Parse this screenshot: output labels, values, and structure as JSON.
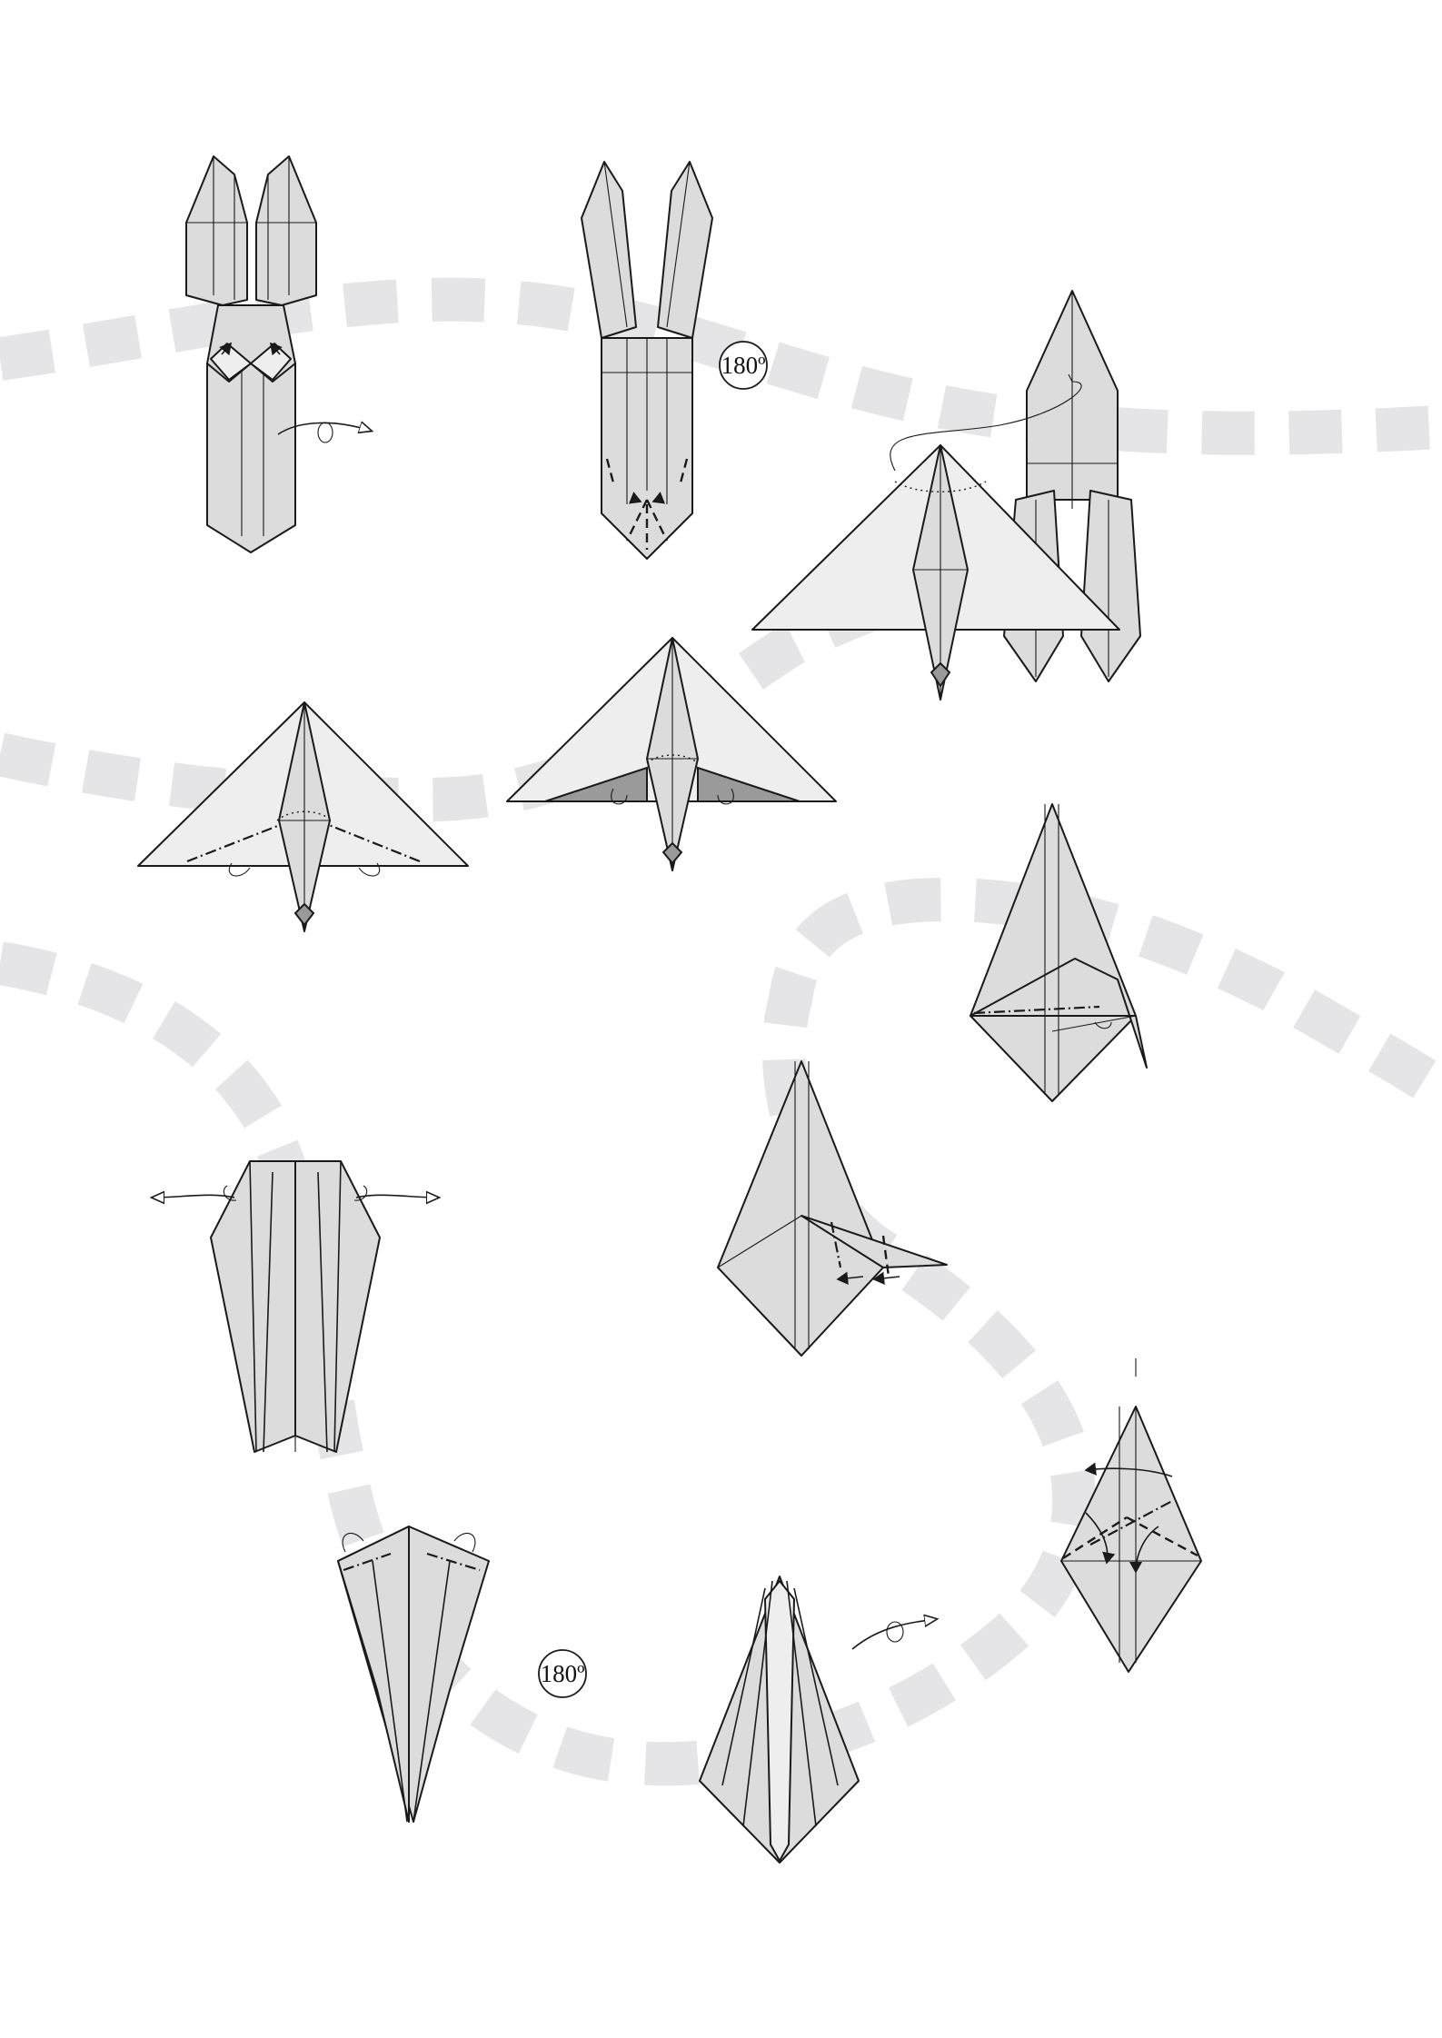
{
  "rotation_badges": [
    {
      "label": "180º"
    },
    {
      "label": "180º"
    }
  ],
  "colors": {
    "paper": "#dcdcdc",
    "paper_light": "#eeeeee",
    "paper_dark": "#9a9a9a",
    "line": "#1a1a1a",
    "background_path": "#e5e5e7"
  },
  "icons": [
    "turn-over-arrow",
    "rotate-180-symbol",
    "valley-fold-line",
    "mountain-fold-line",
    "pull-out-hands"
  ]
}
